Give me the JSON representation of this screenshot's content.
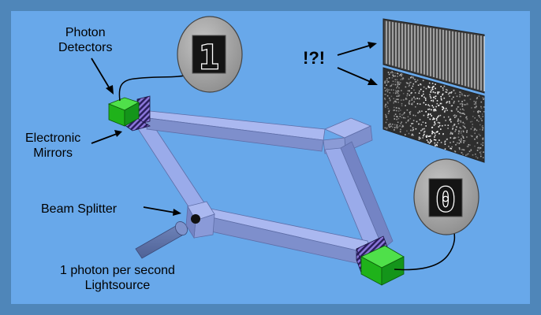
{
  "labels": {
    "photon_detectors": [
      "Photon",
      "Detectors"
    ],
    "electronic_mirrors": [
      "Electronic",
      "Mirrors"
    ],
    "beam_splitter": "Beam Splitter",
    "lightsource": [
      "1 photon per second",
      "Lightsource"
    ],
    "surprise": "!?!"
  },
  "detectors": {
    "top_count": "1",
    "bottom_count": "0"
  },
  "colors": {
    "background_border": "#4f86b9",
    "panel": "#68a8ea",
    "beam": "#98a8e8",
    "beam_shade": "#7484c4",
    "detector": "#22c91e",
    "mirror": "#5a4aa8",
    "dial": "#a7a7a7"
  }
}
